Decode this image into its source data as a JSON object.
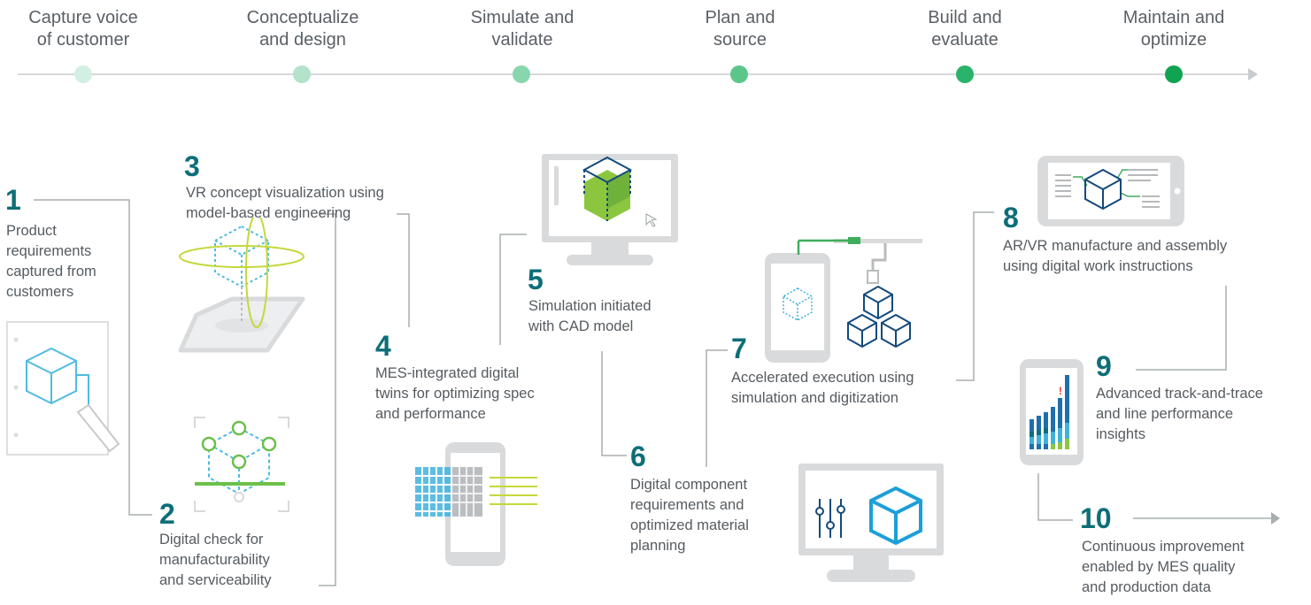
{
  "phases": [
    {
      "line1": "Capture voice",
      "line2": "of customer",
      "dot_color": "#d3efe3"
    },
    {
      "line1": "Conceptualize",
      "line2": "and design",
      "dot_color": "#b3e3cb"
    },
    {
      "line1": "Simulate and",
      "line2": "validate",
      "dot_color": "#88d6ad"
    },
    {
      "line1": "Plan and",
      "line2": "source",
      "dot_color": "#5cc68a"
    },
    {
      "line1": "Build and",
      "line2": "evaluate",
      "dot_color": "#2ab36b"
    },
    {
      "line1": "Maintain and",
      "line2": "optimize",
      "dot_color": "#10a452"
    }
  ],
  "steps": [
    {
      "num": "1",
      "lines": [
        "Product",
        "requirements",
        "captured from",
        "customers"
      ]
    },
    {
      "num": "2",
      "lines": [
        "Digital check for",
        "manufacturability",
        "and serviceability"
      ]
    },
    {
      "num": "3",
      "lines": [
        "VR concept visualization using",
        "model-based engineering"
      ]
    },
    {
      "num": "4",
      "lines": [
        "MES-integrated digital",
        "twins for optimizing spec",
        "and performance"
      ]
    },
    {
      "num": "5",
      "lines": [
        "Simulation initiated",
        "with CAD model"
      ]
    },
    {
      "num": "6",
      "lines": [
        "Digital component",
        "requirements and",
        "optimized material",
        "planning"
      ]
    },
    {
      "num": "7",
      "lines": [
        "Accelerated execution using",
        "simulation and digitization"
      ]
    },
    {
      "num": "8",
      "lines": [
        "AR/VR manufacture and assembly",
        "using digital work instructions"
      ]
    },
    {
      "num": "9",
      "lines": [
        "Advanced track-and-trace",
        "and line performance",
        "insights"
      ]
    },
    {
      "num": "10",
      "lines": [
        "Continuous improvement",
        "enabled by MES quality",
        "and production data"
      ]
    }
  ],
  "colors": {
    "accent_teal": "#0e6e78",
    "light_blue": "#3fb2dc",
    "dark_blue": "#134a7c",
    "green": "#6cc04a",
    "device_gray": "#d9dadb",
    "connector_gray": "#a9adb0"
  },
  "icons": [
    "document-cube-icon",
    "ar-hologram-cube-icon",
    "design-check-cube-icon",
    "tablet-digital-twin-icon",
    "monitor-cad-simulation-icon",
    "monitor-planning-icon",
    "phone-robot-assembly-icon",
    "tablet-ar-instructions-icon",
    "tablet-bar-chart-icon"
  ]
}
